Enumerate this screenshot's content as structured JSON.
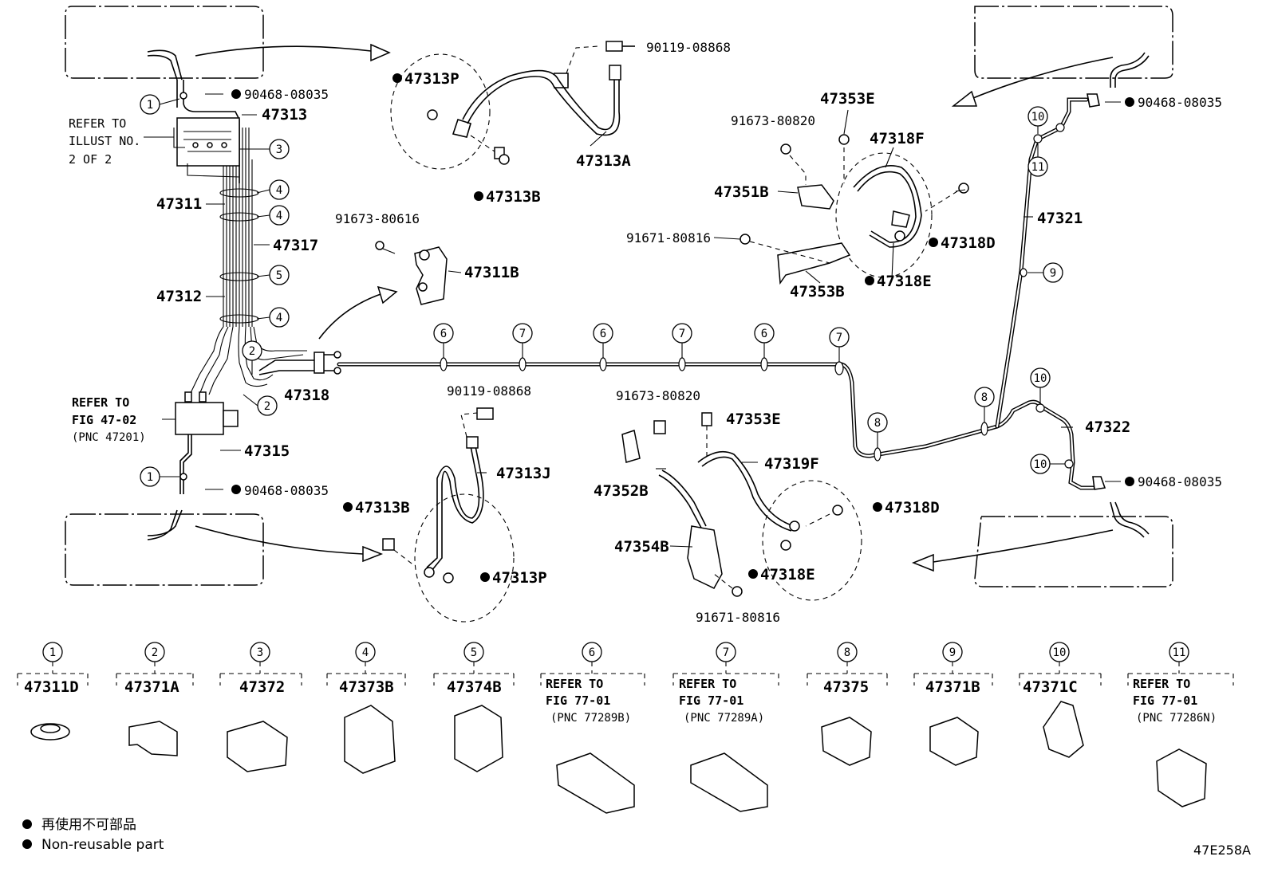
{
  "diagram_code": "47E258A",
  "legend": {
    "jp": "再使用不可部品",
    "en": "Non-reusable part"
  },
  "refer_notes": {
    "illust": [
      "REFER TO",
      "ILLUST NO.",
      "2 OF 2"
    ],
    "fig4702": [
      "REFER TO",
      "FIG 47-02",
      "(PNC 47201)"
    ]
  },
  "labels": {
    "p90119a": "90119-08868",
    "p90119b": "90119-08868",
    "p47313P_top": "47313P",
    "p47313A": "47313A",
    "p47313B_top": "47313B",
    "p90468_tl": "90468-08035",
    "p90468_bl": "90468-08035",
    "p90468_tr": "90468-08035",
    "p90468_br": "90468-08035",
    "p47313": "47313",
    "p47311": "47311",
    "p47317": "47317",
    "p47312": "47312",
    "p47318": "47318",
    "p47315": "47315",
    "p91673a": "91673-80616",
    "p47311B": "47311B",
    "p47353E_top": "47353E",
    "p91673b": "91673-80820",
    "p47318F": "47318F",
    "p47351B": "47351B",
    "p91671a": "91671-80816",
    "p47318D_top": "47318D",
    "p47353B": "47353B",
    "p47318E_top": "47318E",
    "p47321": "47321",
    "p47322": "47322",
    "p47313J": "47313J",
    "p47313B_bot": "47313B",
    "p47313P_bot": "47313P",
    "p91673c": "91673-80820",
    "p47353E_bot": "47353E",
    "p47319F": "47319F",
    "p47352B": "47352B",
    "p47354B": "47354B",
    "p47318D_bot": "47318D",
    "p47318E_bot": "47318E",
    "p91671b": "91671-80816"
  },
  "key_parts": [
    {
      "num": "1",
      "part": "47311D"
    },
    {
      "num": "2",
      "part": "47371A"
    },
    {
      "num": "3",
      "part": "47372"
    },
    {
      "num": "4",
      "part": "47373B"
    },
    {
      "num": "5",
      "part": "47374B"
    },
    {
      "num": "6",
      "ref": [
        "REFER TO",
        "FIG 77-01",
        "(PNC 77289B)"
      ]
    },
    {
      "num": "7",
      "ref": [
        "REFER TO",
        "FIG 77-01",
        "(PNC 77289A)"
      ]
    },
    {
      "num": "8",
      "part": "47375"
    },
    {
      "num": "9",
      "part": "47371B"
    },
    {
      "num": "10",
      "part": "47371C"
    },
    {
      "num": "11",
      "ref": [
        "REFER TO",
        "FIG 77-01",
        "(PNC 77286N)"
      ]
    }
  ],
  "callouts": [
    "1",
    "2",
    "3",
    "4",
    "5",
    "6",
    "7",
    "8",
    "9",
    "10",
    "11"
  ]
}
